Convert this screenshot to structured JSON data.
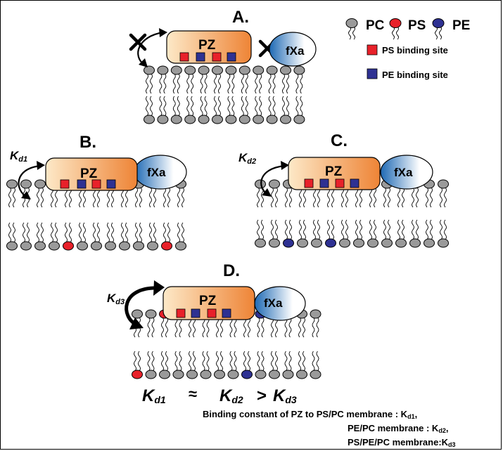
{
  "colors": {
    "PC": "#9a9a9a",
    "PS": "#e8212a",
    "PE": "#2e3192",
    "pz_left": "#fde9c8",
    "pz_right": "#ee8436",
    "fxa_left": "#1e69b4",
    "fxa_right": "#ffffff"
  },
  "legend": {
    "pc": "PC",
    "ps": "PS",
    "pe": "PE",
    "ps_site": "PS binding site",
    "pe_site": "PE binding site"
  },
  "panels": {
    "A": {
      "label": "A.",
      "pz": "PZ",
      "fxa": "fXa"
    },
    "B": {
      "label": "B.",
      "pz": "PZ",
      "fxa": "fXa",
      "kd": "K",
      "kd_sub": "d1"
    },
    "C": {
      "label": "C.",
      "pz": "PZ",
      "fxa": "fXa",
      "kd": "K",
      "kd_sub": "d2"
    },
    "D": {
      "label": "D.",
      "pz": "PZ",
      "fxa": "fXa",
      "kd": "K",
      "kd_sub": "d3"
    }
  },
  "equation": {
    "k1": "K",
    "k1_sub": "d1",
    "approx": "≈",
    "k2": "K",
    "k2_sub": "d2",
    "gt": ">",
    "k3": "K",
    "k3_sub": "d3"
  },
  "caption": {
    "line1": "Binding constant of PZ to PS/PC membrane : K",
    "line1_sub": "d1",
    "line1_end": ",",
    "line2": "PE/PC membrane : K",
    "line2_sub": "d2",
    "line2_end": ",",
    "line3": "PS/PE/PC membrane:K",
    "line3_sub": "d3"
  }
}
